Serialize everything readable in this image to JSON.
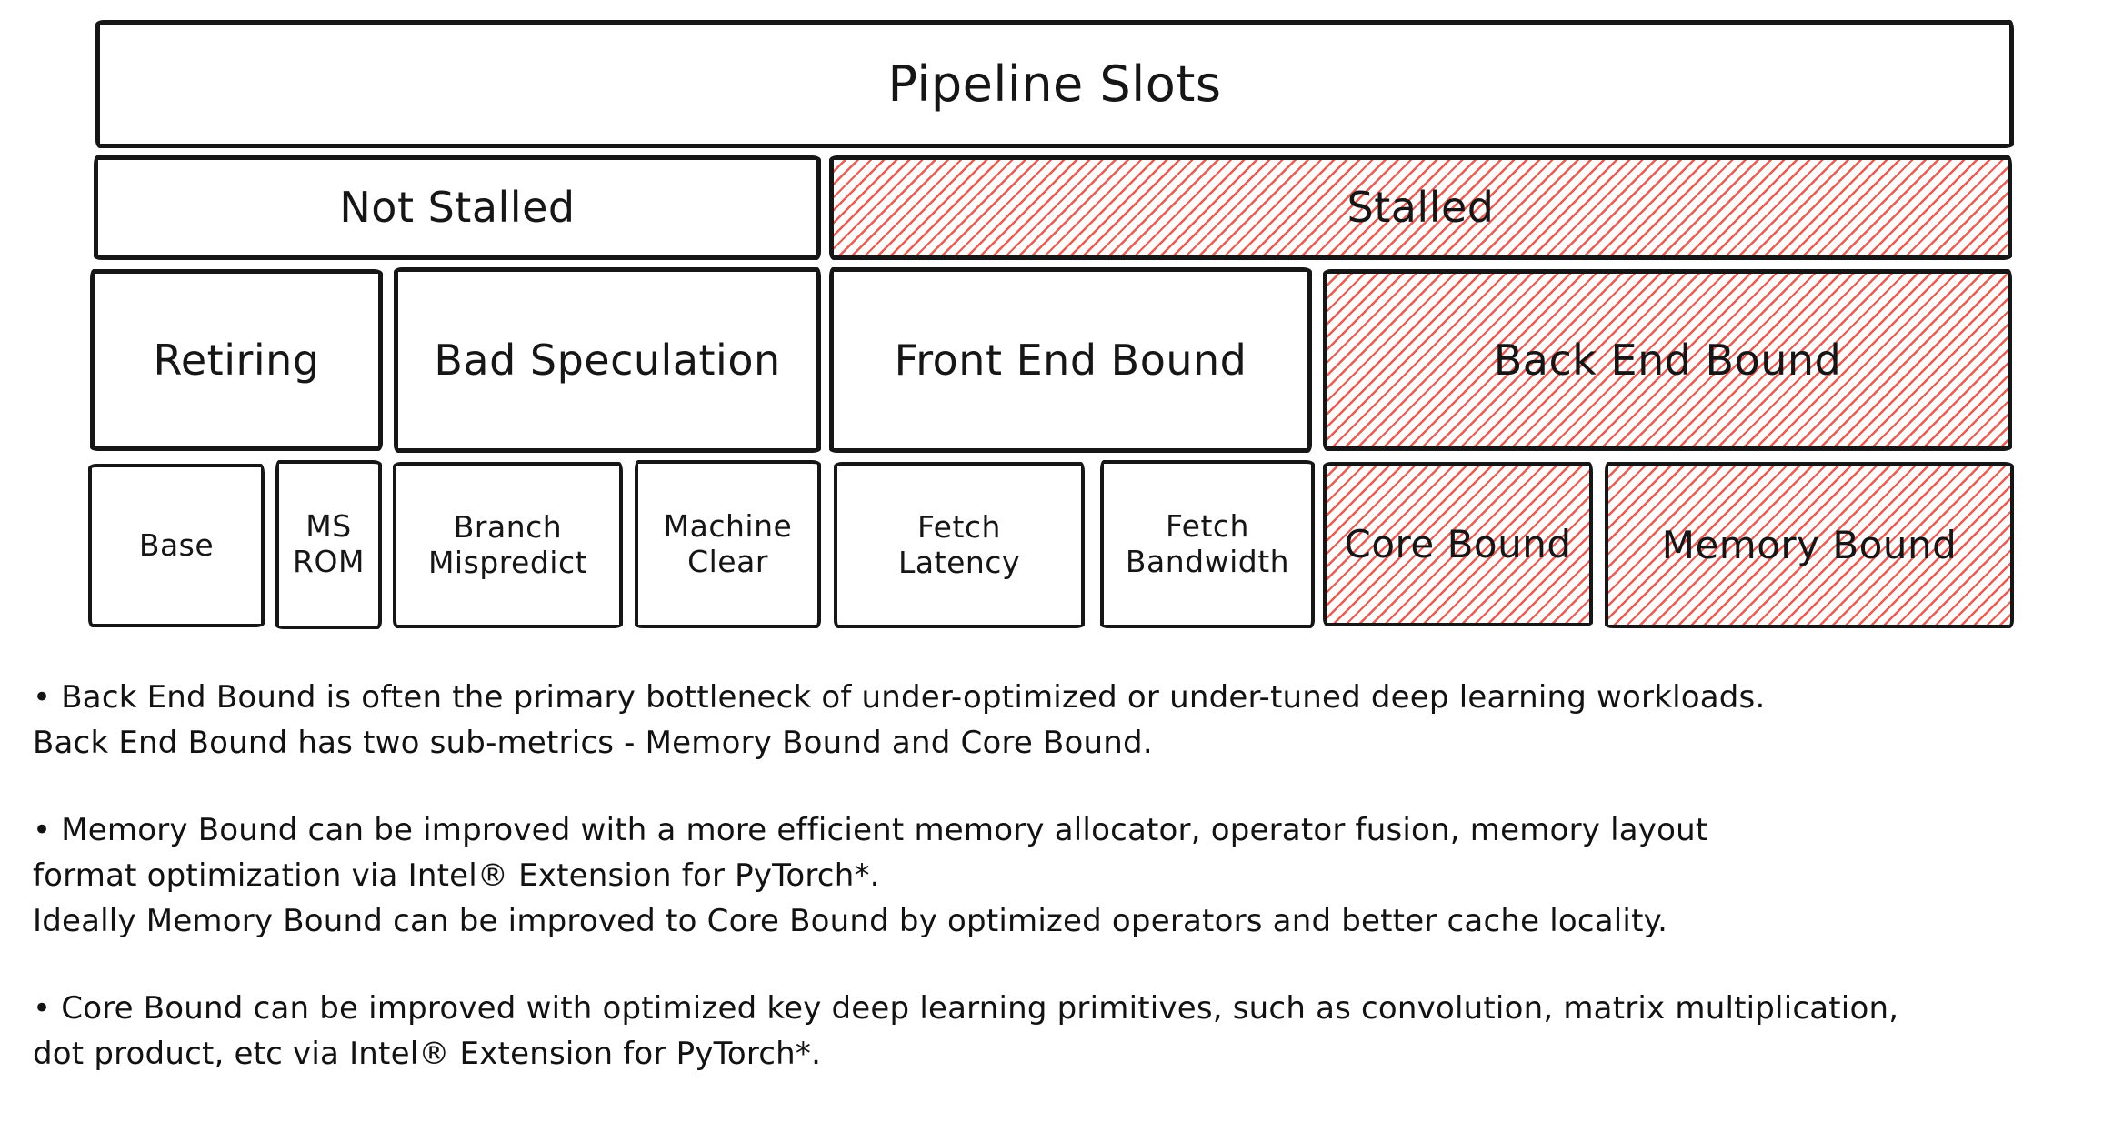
{
  "diagram": {
    "title": "Pipeline Slots",
    "boxes": {
      "not_stalled": "Not Stalled",
      "stalled": "Stalled",
      "retiring": "Retiring",
      "bad_speculation": "Bad Speculation",
      "front_end_bound": "Front End Bound",
      "back_end_bound": "Back End Bound",
      "base": "Base",
      "ms_rom": "MS\nROM",
      "branch_mispredict": "Branch\nMispredict",
      "machine_clear": "Machine\nClear",
      "fetch_latency": "Fetch\nLatency",
      "fetch_bandwidth": "Fetch\nBandwidth",
      "core_bound": "Core Bound",
      "memory_bound": "Memory Bound"
    }
  },
  "notes": [
    "• Back End Bound is often the primary bottleneck of under-optimized or under-tuned deep learning workloads.\nBack End Bound has two sub-metrics - Memory Bound and Core Bound.",
    "• Memory Bound can be improved with a more efficient memory allocator, operator fusion, memory layout\nformat optimization via Intel® Extension for PyTorch*.\nIdeally Memory Bound can be improved to Core Bound by optimized operators and better cache locality.",
    "• Core Bound can be improved with optimized key deep learning primitives, such as convolution, matrix multiplication,\ndot product, etc via Intel® Extension for PyTorch*."
  ],
  "colors": {
    "ink": "#161616",
    "hatch_red": "#f15a50",
    "background": "#ffffff"
  }
}
